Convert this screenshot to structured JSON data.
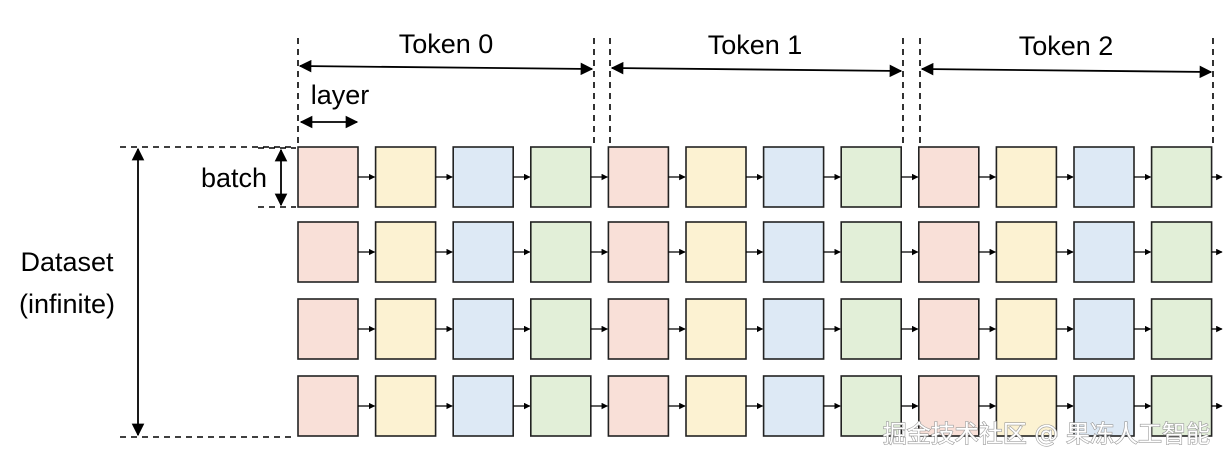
{
  "labels": {
    "tokens": [
      "Token 0",
      "Token 1",
      "Token 2"
    ],
    "layer": "layer",
    "batch": "batch",
    "dataset_line1": "Dataset",
    "dataset_line2": "(infinite)"
  },
  "grid": {
    "rows": 4,
    "tokens": 3,
    "layers_per_token": 4
  },
  "colors": {
    "layer_fills": [
      "#f9e0d8",
      "#fcf2d2",
      "#dde9f5",
      "#e2efd8"
    ],
    "border": "#222222",
    "arrow": "#000000"
  },
  "watermark": "掘金技术社区 @ 果冻人工智能"
}
